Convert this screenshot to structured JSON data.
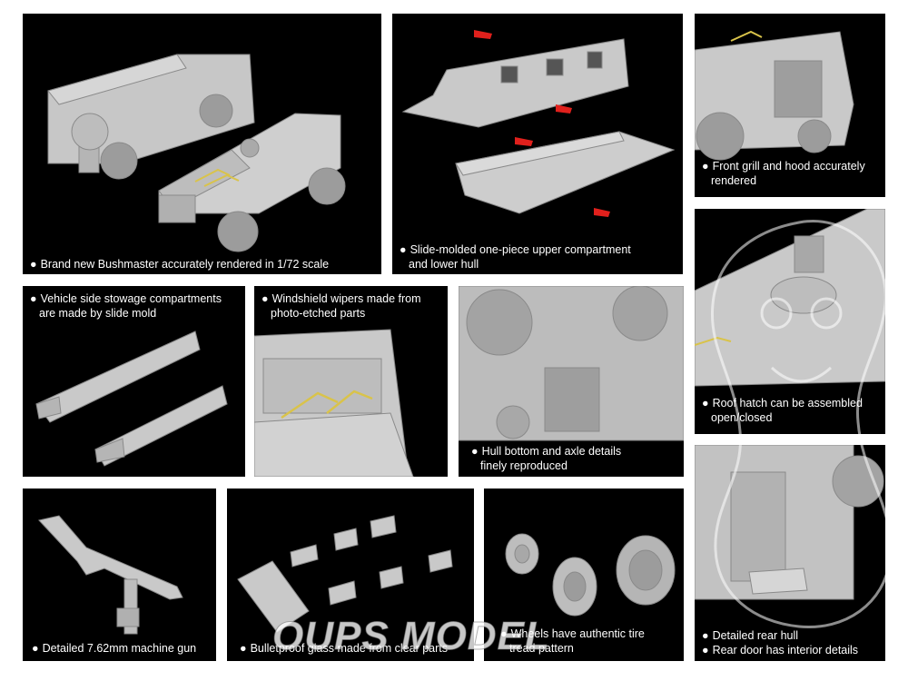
{
  "panels": {
    "bushmaster": {
      "caption_lines": [
        "Brand new Bushmaster accurately rendered in 1/72 scale"
      ]
    },
    "upper_compartment": {
      "caption_lines": [
        "Slide-molded one-piece upper compartment",
        "and lower hull"
      ]
    },
    "front_grill": {
      "caption_lines": [
        "Front grill and hood accurately",
        "rendered"
      ]
    },
    "side_stowage": {
      "caption_lines": [
        "Vehicle side stowage compartments",
        "are made by slide mold"
      ]
    },
    "windshield_wipers": {
      "caption_lines": [
        "Windshield wipers made from",
        "photo-etched parts"
      ]
    },
    "hull_bottom": {
      "caption_lines": [
        "Hull bottom and axle details",
        "finely reproduced"
      ]
    },
    "roof_hatch": {
      "caption_lines": [
        "Roof hatch can be assembled",
        "open/closed"
      ]
    },
    "machine_gun": {
      "caption_lines": [
        "Detailed 7.62mm machine gun"
      ]
    },
    "bulletproof_glass": {
      "caption_lines": [
        "Bulletproof glass made from clear parts"
      ]
    },
    "wheels": {
      "caption_lines": [
        "Wheels have authentic tire",
        "tread pattern"
      ]
    },
    "rear_hull": {
      "caption_lines": [
        "Detailed rear hull"
      ],
      "caption_lines_2": [
        "Rear door has interior details"
      ]
    }
  },
  "bullet": "●",
  "watermark": {
    "text": "OUPS MODEL"
  },
  "colors": {
    "panel_bg": "#000000",
    "model_grey": "#c9c9c9",
    "model_shadow": "#8f8f8f",
    "arrow_red": "#e0201c",
    "wiper_yellow": "#d9c34a"
  }
}
